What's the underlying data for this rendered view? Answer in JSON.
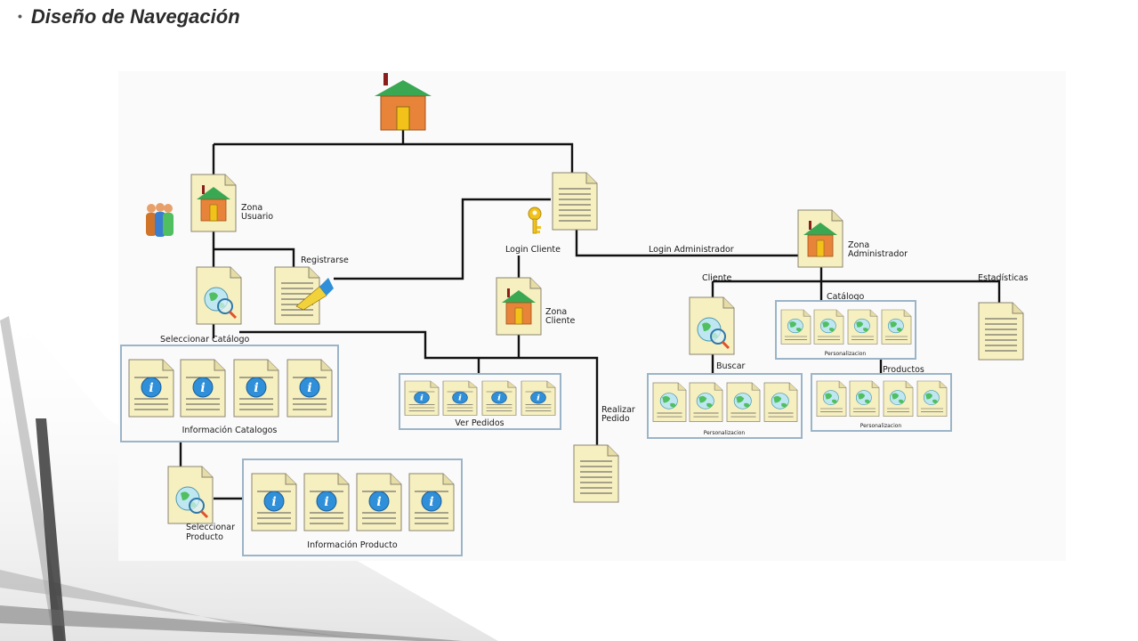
{
  "slide": {
    "bullet": "•",
    "title": "Diseño de Navegación"
  },
  "nodes": {
    "zona_usuario": [
      "Zona",
      "Usuario"
    ],
    "registrarse": "Registrarse",
    "seleccionar_catalogo": "Seleccionar Catálogo",
    "informacion_catalogos": "Información Catalogos",
    "seleccionar_producto": [
      "Seleccionar",
      "Producto"
    ],
    "informacion_producto": "Información Producto",
    "login_cliente": "Login Cliente",
    "zona_cliente": [
      "Zona",
      "Cliente"
    ],
    "ver_pedidos": "Ver Pedidos",
    "realizar_pedido": [
      "Realizar",
      "Pedido"
    ],
    "login_administrador": "Login Administrador",
    "zona_administrador": [
      "Zona",
      "Administrador"
    ],
    "cliente": "Cliente",
    "catalogo": "Catálogo",
    "estadisticas": "Estadísticas",
    "buscar": "Buscar",
    "productos": "Productos",
    "personalizacion": "Personalizacion"
  },
  "colors": {
    "paper": "#f6efc0",
    "paper_stroke": "#8a8470",
    "house_roof": "#3aa853",
    "house_body": "#e8843a",
    "house_door": "#f2c21a",
    "info_blue": "#2f8fd8",
    "globe_green": "#4fbf5f",
    "group_border": "#9bb4c8",
    "line": "#111111"
  }
}
